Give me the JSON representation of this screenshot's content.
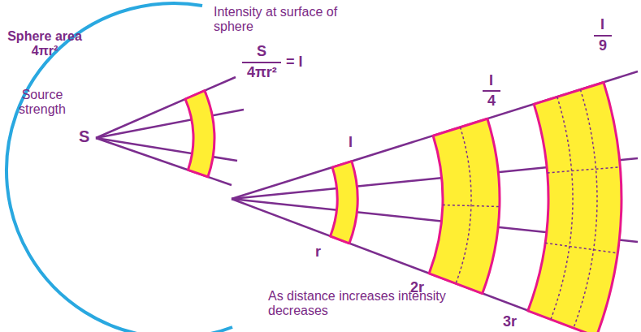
{
  "diagram": {
    "labels": [
      "Sphere area 4πr²",
      "Source strength",
      "S",
      "Intensity at surface of sphere",
      "S",
      "4πr²",
      "= I",
      "I",
      "I",
      "4",
      "I",
      "9",
      "r",
      "2r",
      "3r",
      "As distance increases intensity decreases"
    ]
  }
}
